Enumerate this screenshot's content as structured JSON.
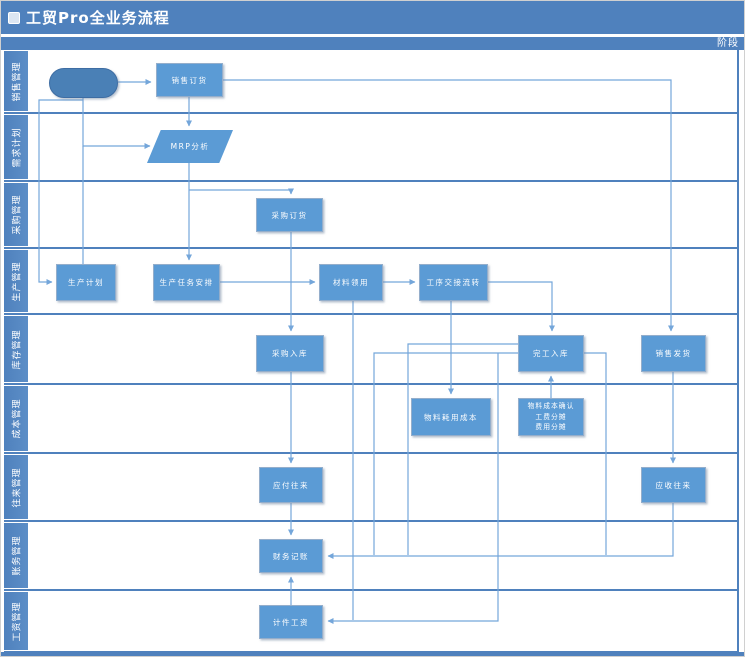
{
  "title": {
    "text": "工贸Pro全业务流程"
  },
  "phase_label": "阶段",
  "lanes": [
    {
      "label": "销售管理"
    },
    {
      "label": "需求计划"
    },
    {
      "label": "采购管理"
    },
    {
      "label": "生产管理"
    },
    {
      "label": "库存管理"
    },
    {
      "label": "成本管理"
    },
    {
      "label": "往来管理"
    },
    {
      "label": "账务管理"
    },
    {
      "label": "工资管理"
    }
  ],
  "diagram": {
    "nodes": [
      {
        "id": "start",
        "label": ""
      },
      {
        "id": "xsdh",
        "label": "销售订货"
      },
      {
        "id": "mrp",
        "label": "MRP分析"
      },
      {
        "id": "cgdh",
        "label": "采购订货"
      },
      {
        "id": "scjh",
        "label": "生产计划"
      },
      {
        "id": "scrw",
        "label": "生产任务安排"
      },
      {
        "id": "clly",
        "label": "材料领用"
      },
      {
        "id": "gxjj",
        "label": "工序交接流转"
      },
      {
        "id": "cgrk",
        "label": "采购入库"
      },
      {
        "id": "wgrk",
        "label": "完工入库"
      },
      {
        "id": "xsfh",
        "label": "销售发货"
      },
      {
        "id": "wlhy",
        "label": "物料耗用成本"
      },
      {
        "id": "wlcb",
        "label": "物料成本确认\n工费分摊\n费用分摊"
      },
      {
        "id": "yfwl",
        "label": "应付往来"
      },
      {
        "id": "yswl",
        "label": "应收往来"
      },
      {
        "id": "cwjz",
        "label": "财务记账"
      },
      {
        "id": "jjgz",
        "label": "计件工资"
      }
    ]
  },
  "colors": {
    "header_blue": "#4f81bd",
    "node_blue": "#5b9bd5",
    "start_blue": "#4a80b6",
    "connector_blue": "#74a6da"
  }
}
